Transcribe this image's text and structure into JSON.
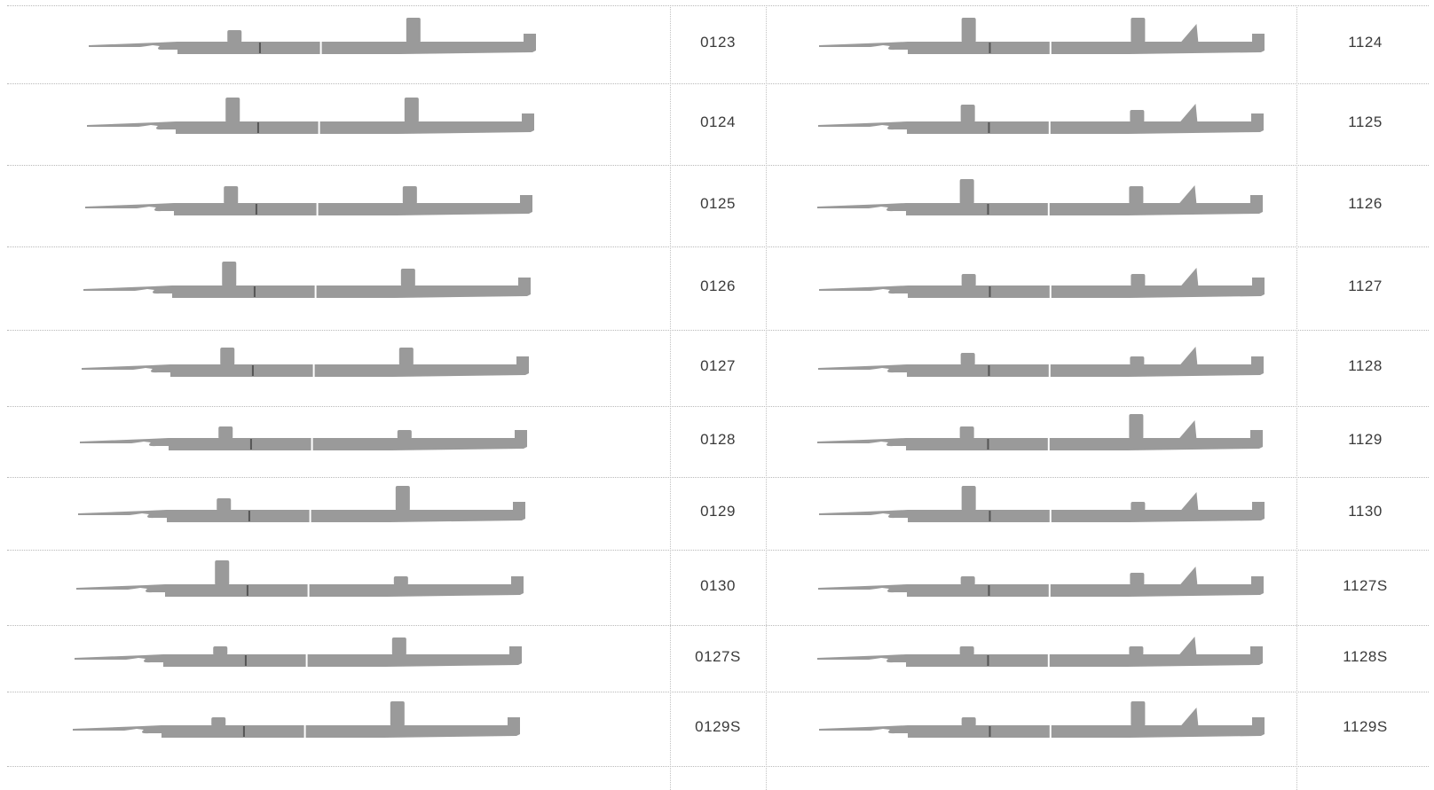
{
  "rows": [
    {
      "left": {
        "code": "0123",
        "tab1": "low",
        "tab2": "tall"
      },
      "right": {
        "code": "1124",
        "tab1": "tall",
        "tab2": "tall"
      }
    },
    {
      "left": {
        "code": "0124",
        "tab1": "tall",
        "tab2": "tall"
      },
      "right": {
        "code": "1125",
        "tab1": "mid",
        "tab2": "low"
      }
    },
    {
      "left": {
        "code": "0125",
        "tab1": "mid",
        "tab2": "mid"
      },
      "right": {
        "code": "1126",
        "tab1": "tall",
        "tab2": "mid"
      }
    },
    {
      "left": {
        "code": "0126",
        "tab1": "tall",
        "tab2": "mid"
      },
      "right": {
        "code": "1127",
        "tab1": "low",
        "tab2": "low"
      }
    },
    {
      "left": {
        "code": "0127",
        "tab1": "mid",
        "tab2": "mid"
      },
      "right": {
        "code": "1128",
        "tab1": "low",
        "tab2": "small"
      }
    },
    {
      "left": {
        "code": "0128",
        "tab1": "low",
        "tab2": "small"
      },
      "right": {
        "code": "1129",
        "tab1": "low",
        "tab2": "tall"
      }
    },
    {
      "left": {
        "code": "0129",
        "tab1": "low",
        "tab2": "tall"
      },
      "right": {
        "code": "1130",
        "tab1": "tall",
        "tab2": "small"
      }
    },
    {
      "left": {
        "code": "0130",
        "tab1": "tall",
        "tab2": "small"
      },
      "right": {
        "code": "1127S",
        "tab1": "small",
        "tab2": "low"
      }
    },
    {
      "left": {
        "code": "0127S",
        "tab1": "small",
        "tab2": "mid"
      },
      "right": {
        "code": "1128S",
        "tab1": "small",
        "tab2": "small"
      }
    },
    {
      "left": {
        "code": "0129S",
        "tab1": "small",
        "tab2": "tall"
      },
      "right": {
        "code": "1129S",
        "tab1": "small",
        "tab2": "tall"
      }
    }
  ],
  "style": {
    "part_color": "#9a9a9a",
    "rule_color": "#b9b9b9"
  }
}
